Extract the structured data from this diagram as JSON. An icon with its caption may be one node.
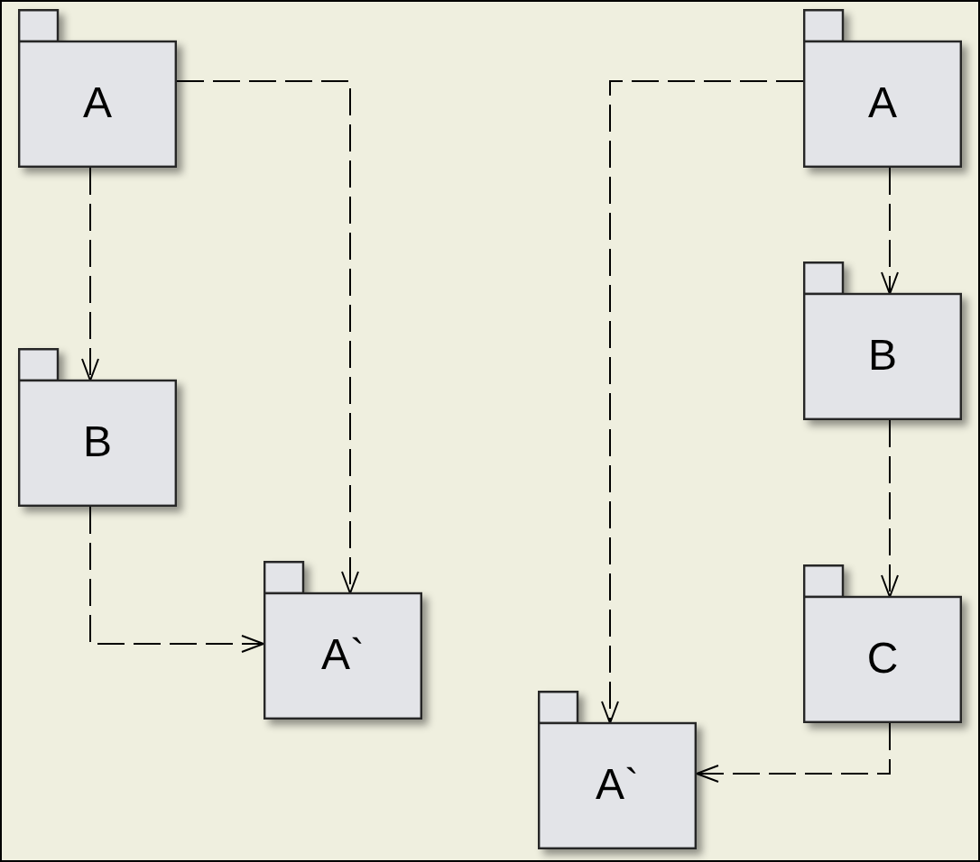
{
  "diagram": {
    "nodes": [
      {
        "text": [
          "A"
        ]
      },
      {
        "text": [
          "B"
        ]
      },
      {
        "text": [
          "A`"
        ]
      },
      {
        "text": [
          "A"
        ]
      },
      {
        "text": [
          "B"
        ]
      },
      {
        "text": [
          "C"
        ]
      },
      {
        "text": [
          "A`"
        ]
      }
    ],
    "edges": [
      {
        "from": 0,
        "to": 1,
        "arrow": "to",
        "style": "dashed"
      },
      {
        "from": 0,
        "to": 2,
        "arrow": "to",
        "style": "dashed"
      },
      {
        "from": 1,
        "to": 2,
        "arrow": "to",
        "style": "dashed"
      },
      {
        "from": 3,
        "to": 4,
        "arrow": "to",
        "style": "dashed"
      },
      {
        "from": 3,
        "to": 6,
        "arrow": "to",
        "style": "dashed"
      },
      {
        "from": 4,
        "to": 5,
        "arrow": "to",
        "style": "dashed"
      },
      {
        "from": 5,
        "to": 6,
        "arrow": "to",
        "style": "dashed"
      }
    ]
  }
}
